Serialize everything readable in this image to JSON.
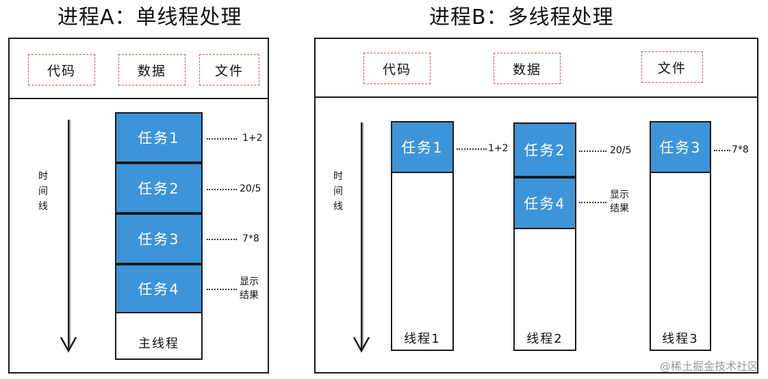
{
  "left": {
    "title": "进程A：单线程处理",
    "resources": [
      "代码",
      "数据",
      "文件"
    ],
    "timeline": "时间线",
    "tasks": [
      "任务1",
      "任务2",
      "任务3",
      "任务4"
    ],
    "notes": [
      "1+2",
      "20/5",
      "7*8",
      "显示\n结果"
    ],
    "thread_label": "主线程"
  },
  "right": {
    "title": "进程B：多线程处理",
    "resources": [
      "代码",
      "数据",
      "文件"
    ],
    "timeline": "时间线",
    "threads": [
      {
        "label": "线程1",
        "tasks": [
          "任务1"
        ],
        "notes": [
          "1+2"
        ]
      },
      {
        "label": "线程2",
        "tasks": [
          "任务2",
          "任务4"
        ],
        "notes": [
          "20/5",
          "显示\n结果"
        ]
      },
      {
        "label": "线程3",
        "tasks": [
          "任务3"
        ],
        "notes": [
          "7*8"
        ]
      }
    ]
  },
  "watermark": "@稀土掘金技术社区",
  "colors": {
    "task_fill": "#3d94d9",
    "resource_border": "#e2504a",
    "outline": "#1a1a1a"
  }
}
